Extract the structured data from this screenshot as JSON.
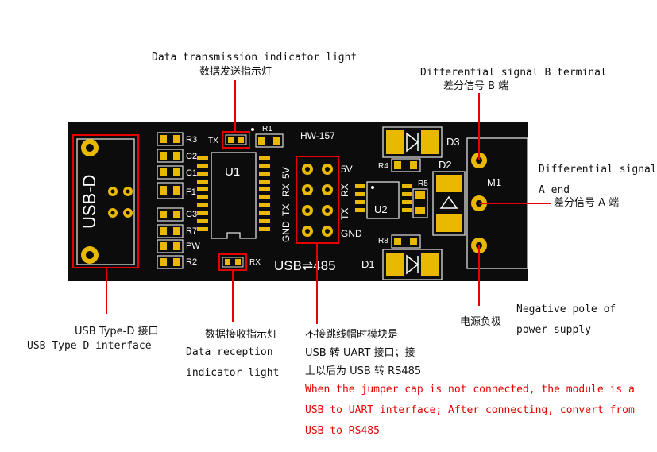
{
  "board": {
    "model": "HW-157",
    "connector_text": "USB-D",
    "u1": "U1",
    "u2": "U2",
    "usb485": "USB⇌485",
    "m1": "M1",
    "d1": "D1",
    "d2": "D2",
    "d3": "D3",
    "r1": "R1",
    "r2": "R2",
    "r3": "R3",
    "r4": "R4",
    "r5": "R5",
    "r7": "R7",
    "r8": "R8",
    "c1": "C1",
    "c2": "C2",
    "c3": "C3",
    "f1": "F1",
    "pw": "PW",
    "tx": "TX",
    "rx": "RX",
    "left_pins": [
      "5V",
      "RX",
      "TX",
      "GND"
    ],
    "right_pins": [
      "5V",
      "RX",
      "TX",
      "GND"
    ],
    "colors": {
      "pcb": "#0c0c0c",
      "gold": "#e8b900",
      "highlight": "#e60000"
    }
  },
  "labels": {
    "data_tx_en": "Data transmission indicator light",
    "data_tx_cn": "数据发送指示灯",
    "diff_b_en": "Differential signal B terminal",
    "diff_b_cn": "差分信号 B 端",
    "diff_a_en": "Differential signal",
    "diff_a_en2": "A end",
    "diff_a_cn": "差分信号 A 端",
    "neg_cn": "电源负极",
    "neg_en1": "Negative pole of",
    "neg_en2": "power supply",
    "usb_cn": "USB Type-D 接口",
    "usb_en": "USB Type-D interface",
    "rx_cn": "数据接收指示灯",
    "rx_en1": "Data reception",
    "rx_en2": "indicator light",
    "jumper_cn1": "不接跳线帽时模块是",
    "jumper_cn2": "USB 转 UART 接口；接",
    "jumper_cn3": "上以后为 USB 转 RS485",
    "jumper_en1": "When the jumper cap is not connected, the module is a",
    "jumper_en2": "USB to UART interface; After connecting, convert from",
    "jumper_en3": "USB to RS485"
  }
}
